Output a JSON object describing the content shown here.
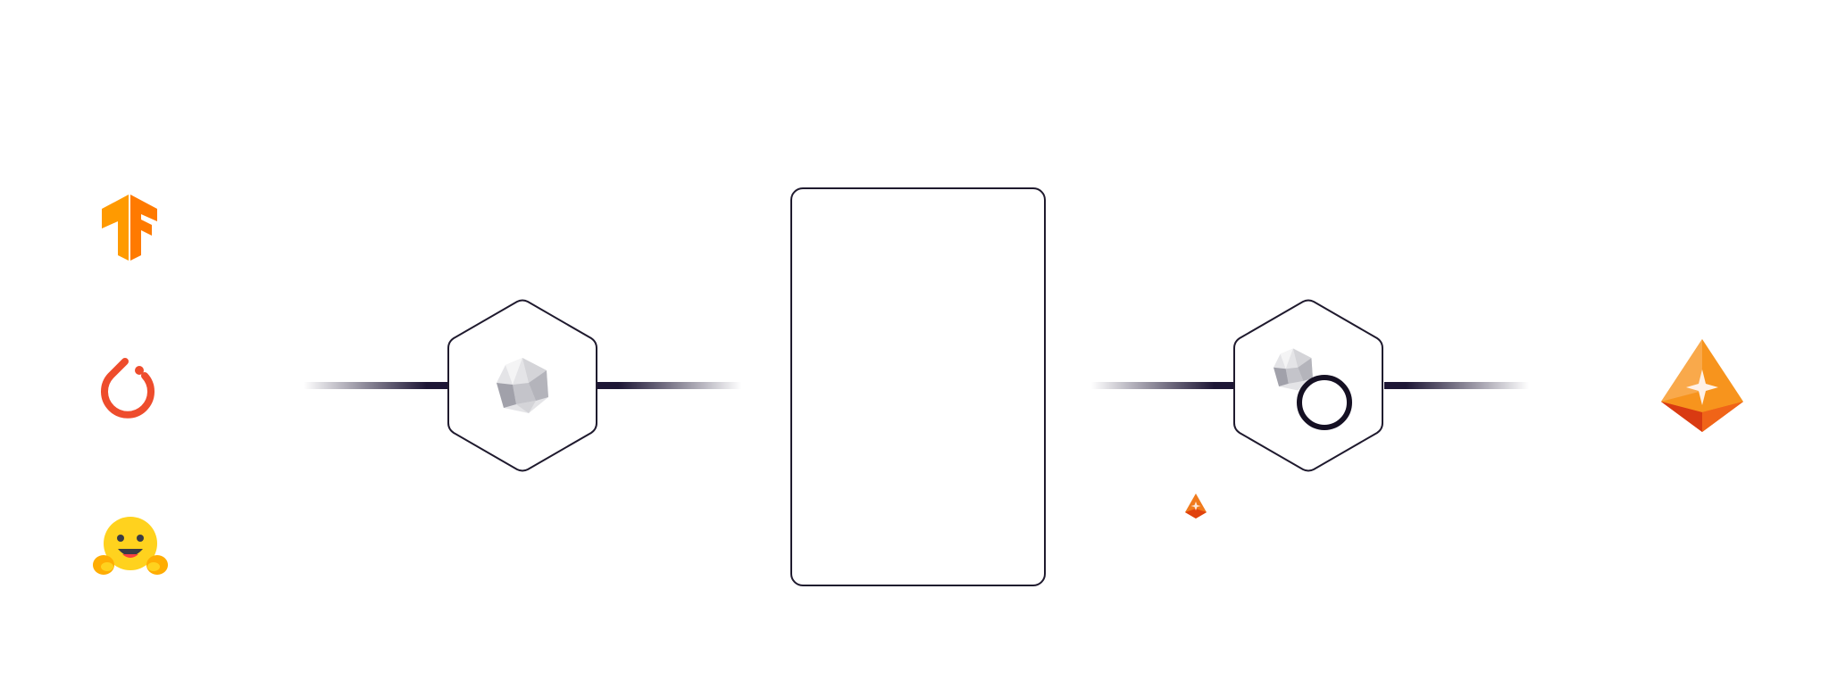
{
  "diagram": {
    "frameworks": [
      {
        "name": "tensorflow-logo"
      },
      {
        "name": "pytorch-logo"
      },
      {
        "name": "hugging-face-logo"
      }
    ],
    "left_hexagon": {
      "icon": "crystal-gem-icon",
      "caption": ""
    },
    "right_hexagon": {
      "icon": "crystal-gem-icon",
      "overlay": "ring-icon",
      "caption": ""
    },
    "destination": {
      "icon": "orange-pyramid-logo",
      "caption": ""
    },
    "colors": {
      "line": "#1d1635",
      "outline": "#1f1a2e",
      "tensorflow": "#ff8f00",
      "pytorch": "#ee4c2c",
      "hugging_face": "#ffd21e",
      "pyramid": "#f07a1c"
    }
  }
}
